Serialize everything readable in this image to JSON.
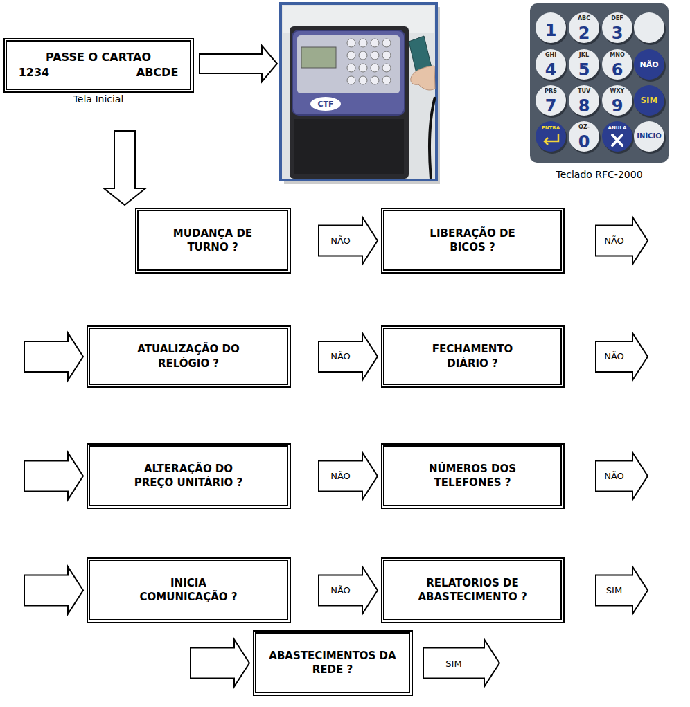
{
  "diagram": {
    "nodes": [
      {
        "text": [
          "PASSE O CARTAO",
          "1234 ABCDE"
        ]
      },
      {
        "text": [
          "MUDANÇA DE TURNO ?"
        ]
      },
      {
        "text": [
          "LIBERAÇÃO DE BICOS ?"
        ]
      },
      {
        "text": [
          "ATUALIZAÇÃO DO RELÓGIO ?"
        ]
      },
      {
        "text": [
          "FECHAMENTO DIÁRIO ?"
        ]
      },
      {
        "text": [
          "ALTERAÇÃO DO PREÇO UNITÁRIO ?"
        ]
      },
      {
        "text": [
          "NÚMEROS DOS TELEFONES ?"
        ]
      },
      {
        "text": [
          "INICIA COMUNICAÇÃO ?"
        ]
      },
      {
        "text": [
          "RELATORIOS DE ABASTECIMENTO ?"
        ]
      },
      {
        "text": [
          "ABASTECIMENTOS DA REDE ?"
        ]
      }
    ],
    "edges": [
      {
        "from": 0,
        "to": 1,
        "arrow": "to"
      },
      {
        "from": 1,
        "to": 2,
        "label": "NÃO",
        "arrow": "to"
      },
      {
        "from": 2,
        "to": 3,
        "label": "NÃO",
        "arrow": "to"
      },
      {
        "from": 3,
        "to": 4,
        "label": "NÃO",
        "arrow": "to"
      },
      {
        "from": 4,
        "to": 5,
        "label": "NÃO",
        "arrow": "to"
      },
      {
        "from": 5,
        "to": 6,
        "label": "NÃO",
        "arrow": "to"
      },
      {
        "from": 6,
        "to": 7,
        "label": "NÃO",
        "arrow": "to"
      },
      {
        "from": 7,
        "to": 8,
        "label": "NÃO",
        "arrow": "to"
      },
      {
        "from": 8,
        "to": 9,
        "label": "SIM",
        "arrow": "to"
      }
    ],
    "labels": [
      "Tela Inicial",
      "CTF",
      "1",
      "ABC",
      "2",
      "DEF",
      "3",
      "GHI",
      "4",
      "JKL",
      "5",
      "MNO",
      "6",
      "NÃO",
      "PRS",
      "7",
      "TUV",
      "8",
      "WXY",
      "9",
      "SIM",
      "ENTRA",
      "QZ-",
      "0",
      "ANULA",
      "INÍCIO",
      "Teclado RFC-2000",
      "SIM"
    ]
  }
}
